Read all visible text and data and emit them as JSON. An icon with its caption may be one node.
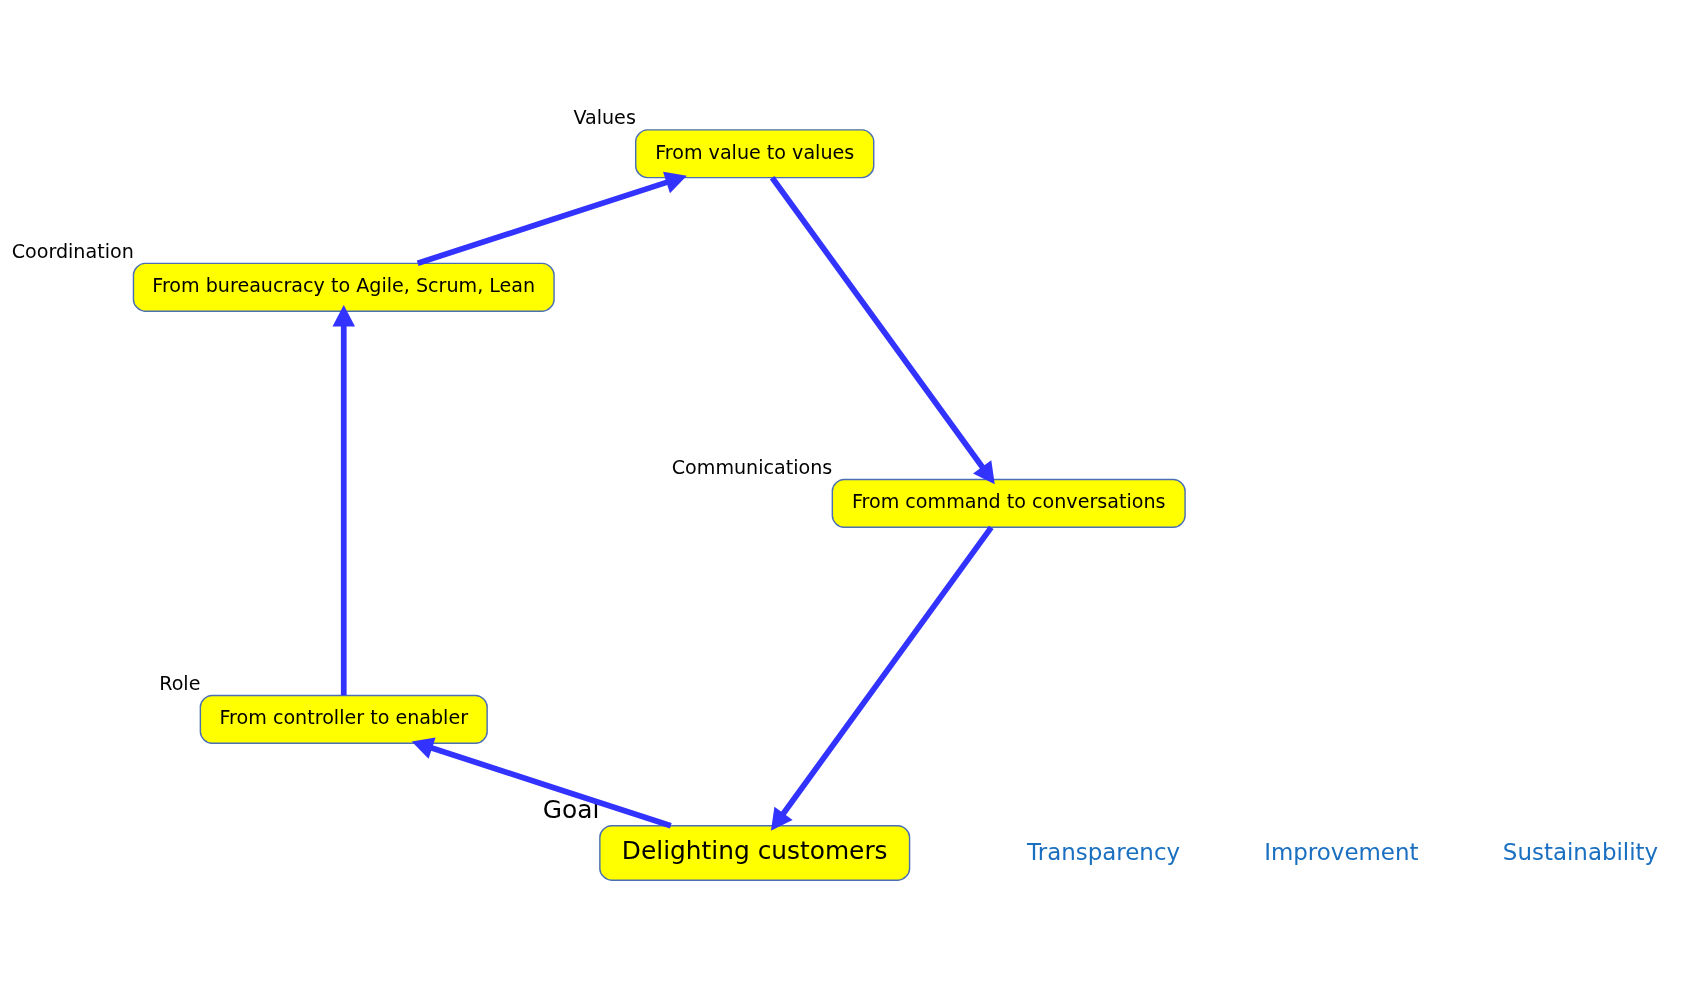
{
  "diagram": {
    "nodes": [
      {
        "text": [
          "Delighting customers"
        ],
        "beside": [
          "Goal"
        ]
      },
      {
        "text": [
          "From controller to enabler"
        ],
        "beside": [
          "Role"
        ]
      },
      {
        "text": [
          "From bureaucracy to Agile, Scrum, Lean"
        ],
        "beside": [
          "Coordination"
        ]
      },
      {
        "text": [
          "From value to values"
        ],
        "beside": [
          "Values"
        ]
      },
      {
        "text": [
          "From command to conversations"
        ],
        "beside": [
          "Communications"
        ]
      }
    ],
    "edges": [
      {
        "from": 0,
        "to": 1,
        "arrow": "to"
      },
      {
        "from": 1,
        "to": 2,
        "arrow": "to"
      },
      {
        "from": 2,
        "to": 3,
        "arrow": "to"
      },
      {
        "from": 3,
        "to": 4,
        "arrow": "to"
      },
      {
        "from": 4,
        "to": 0,
        "arrow": "to"
      }
    ],
    "labels": [
      "Transparency",
      "Improvement",
      "Sustainability"
    ]
  }
}
